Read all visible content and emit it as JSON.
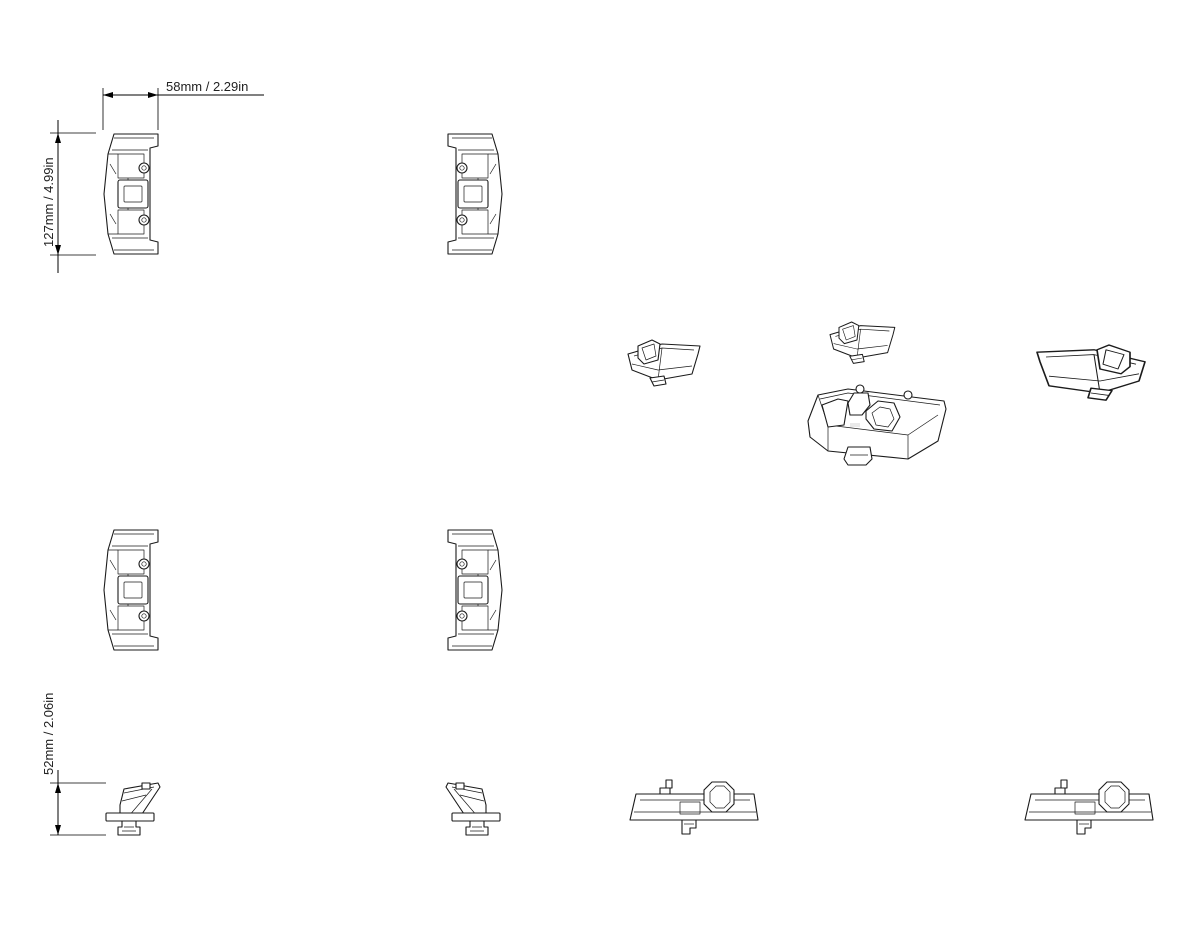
{
  "dimensions": {
    "width": {
      "text": "58mm / 2.29in"
    },
    "length": {
      "text": "127mm / 4.99in"
    },
    "height": {
      "text": "52mm / 2.06in"
    }
  },
  "colors": {
    "line": "#1b1b1b",
    "background": "#ffffff"
  }
}
